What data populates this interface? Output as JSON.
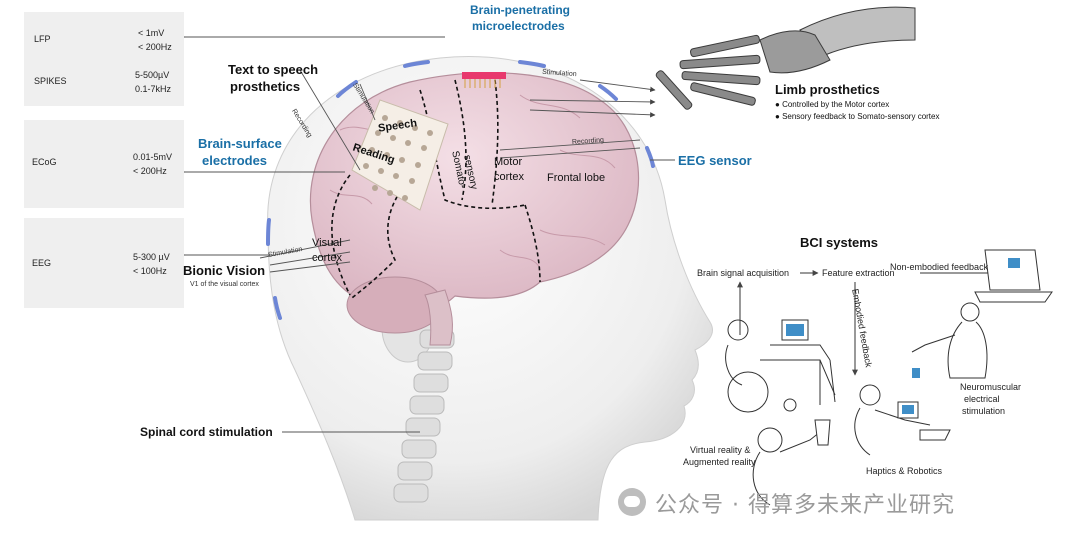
{
  "signals": {
    "lfp": {
      "label": "LFP",
      "amp": "< 1mV",
      "freq": "< 200Hz"
    },
    "spikes": {
      "label": "SPIKES",
      "amp": "5-500µV",
      "freq": "0.1-7kHz"
    },
    "ecog": {
      "label": "ECoG",
      "amp": "0.01-5mV",
      "freq": "< 200Hz"
    },
    "eeg": {
      "label": "EEG",
      "amp": "5-300 µV",
      "freq": "< 100Hz"
    }
  },
  "brain": {
    "microelectrodes_line1": "Brain-penetrating",
    "microelectrodes_line2": "microelectrodes",
    "tts_line1": "Text to speech",
    "tts_line2": "prosthetics",
    "surface_line1": "Brain-surface",
    "surface_line2": "electrodes",
    "speech": "Speech",
    "reading": "Reading",
    "somato_line1": "Somato-",
    "somato_line2": "sensory",
    "motor_line1": "Motor",
    "motor_line2": "cortex",
    "frontal": "Frontal lobe",
    "visual_line1": "Visual",
    "visual_line2": "cortex",
    "bionic": "Bionic Vision",
    "bionic_sub": "V1 of the visual cortex",
    "eeg_sensor": "EEG sensor",
    "spinal": "Spinal cord stimulation",
    "stimulation": "Stimulation",
    "recording": "Recording"
  },
  "limb": {
    "title": "Limb prosthetics",
    "bullet1": "Controlled by the Motor cortex",
    "bullet2": "Sensory feedback to Somato-sensory cortex"
  },
  "bci": {
    "title": "BCI systems",
    "acquisition": "Brain signal acquisition",
    "feature": "Feature extraction",
    "non_embodied": "Non-embodied feedback",
    "embodied": "Embodied feedback",
    "neuro_line1": "Neuromuscular",
    "neuro_line2": "electrical",
    "neuro_line3": "stimulation",
    "haptics": "Haptics & Robotics",
    "vr_line1": "Virtual reality &",
    "vr_line2": "Augmented reality"
  },
  "watermark": {
    "text": "公众号 · 得算多未来产业研究"
  }
}
